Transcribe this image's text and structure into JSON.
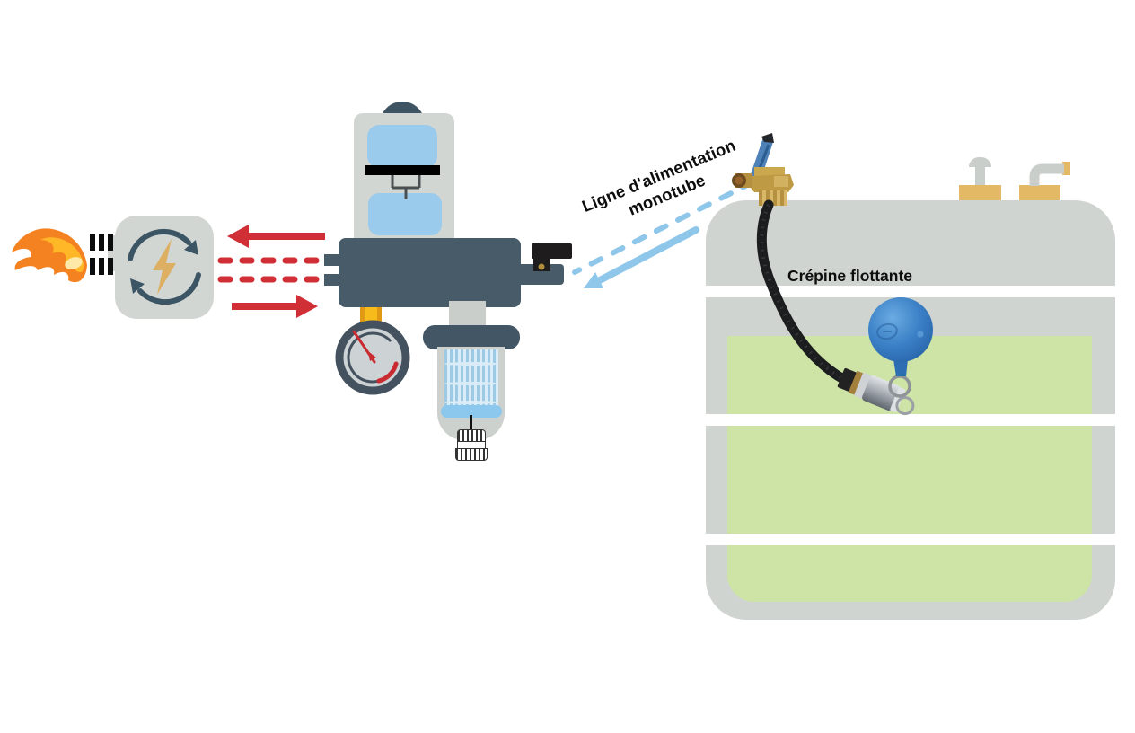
{
  "diagram": {
    "labels": {
      "supply_line": {
        "line1": "Ligne d'alimentation",
        "line2": "monotube"
      },
      "floating_strainer": "Crépine flottante"
    },
    "colors": {
      "arrow_red": "#d12f36",
      "arrow_blue": "#8fc7eb",
      "dark_slate": "#475b69",
      "unit_gray": "#d2d6d3",
      "tank_gray": "#cfd4d1",
      "oil_green": "#cde4a6",
      "reservoir_blue": "#9acbec",
      "cartridge_blue": "#9cc9e3",
      "fitting_gold": "#e4b965",
      "pipe_yellow": "#f3ae14",
      "float_blue": "#2f72b8",
      "flame_orange": "#f58220",
      "brass": "#bf9a45",
      "gauge_red": "#c92b31",
      "icon_slate": "#3c5564",
      "lightning_gold": "#dcaf62"
    },
    "icons": [
      "flame-icon",
      "sync-arrows-icon",
      "lightning-icon",
      "pressure-gauge-icon",
      "valve-lever-icon",
      "float-ball-icon",
      "strainer-icon"
    ]
  }
}
